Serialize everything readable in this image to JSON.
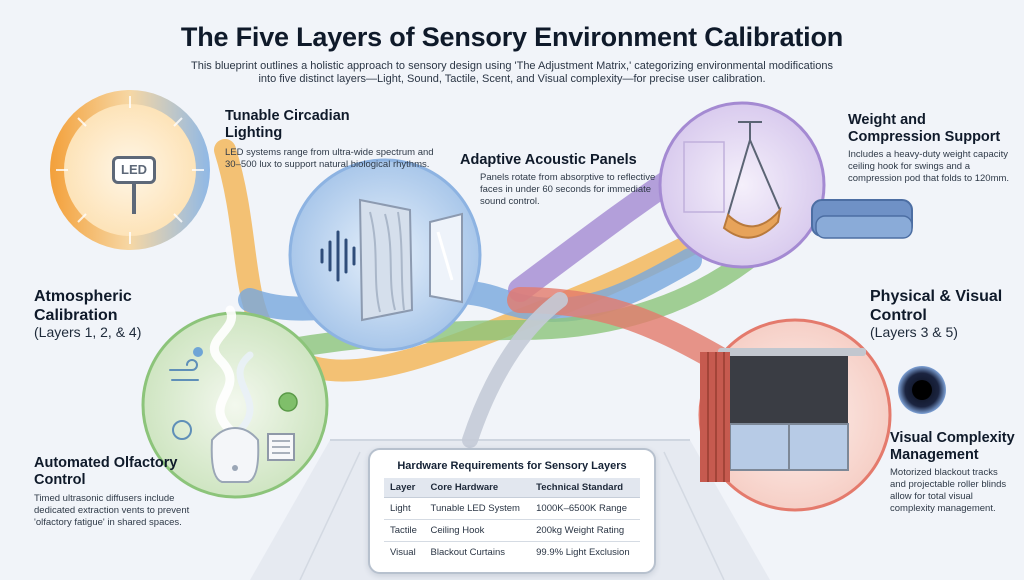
{
  "header": {
    "title": "The Five Layers of Sensory Environment Calibration",
    "subtitle": "This blueprint outlines a holistic approach to sensory design using 'The Adjustment Matrix,' categorizing environmental modifications into five distinct layers—Light, Sound, Tactile, Scent, and Visual complexity—for precise user calibration."
  },
  "lighting": {
    "title": "Tunable Circadian Lighting",
    "text": "LED systems range from ultra-wide spectrum and 30–500 lux to support natural biological rhythms.",
    "icon_label": "LED"
  },
  "acoustic": {
    "title": "Adaptive Acoustic Panels",
    "text": "Panels rotate from absorptive to reflective faces in under 60 seconds for immediate sound control."
  },
  "weight": {
    "title": "Weight and Compression Support",
    "text": "Includes a heavy-duty weight capacity ceiling hook for swings and a compression pod that folds to 120mm."
  },
  "atmospheric": {
    "title": "Atmospheric Calibration",
    "layers": "(Layers 1, 2, & 4)"
  },
  "physical": {
    "title": "Physical & Visual Control",
    "layers": "(Layers 3 & 5)"
  },
  "olfactory": {
    "title": "Automated Olfactory Control",
    "text": "Timed ultrasonic diffusers include dedicated extraction vents to prevent 'olfactory fatigue' in shared spaces."
  },
  "visual": {
    "title": "Visual Complexity Management",
    "text": "Motorized blackout tracks and projectable roller blinds allow for total visual complexity management."
  },
  "hardware": {
    "title": "Hardware Requirements for Sensory Layers",
    "headers": [
      "Layer",
      "Core Hardware",
      "Technical Standard"
    ],
    "rows": [
      [
        "Light",
        "Tunable LED System",
        "1000K–6500K Range"
      ],
      [
        "Tactile",
        "Ceiling Hook",
        "200kg Weight Rating"
      ],
      [
        "Visual",
        "Blackout Curtains",
        "99.9% Light Exclusion"
      ]
    ]
  },
  "colors": {
    "light": "#f3a83c",
    "sound": "#5c8fcf",
    "scent": "#7fbf6a",
    "tactile": "#a58ad3",
    "visual": "#e2766a"
  }
}
